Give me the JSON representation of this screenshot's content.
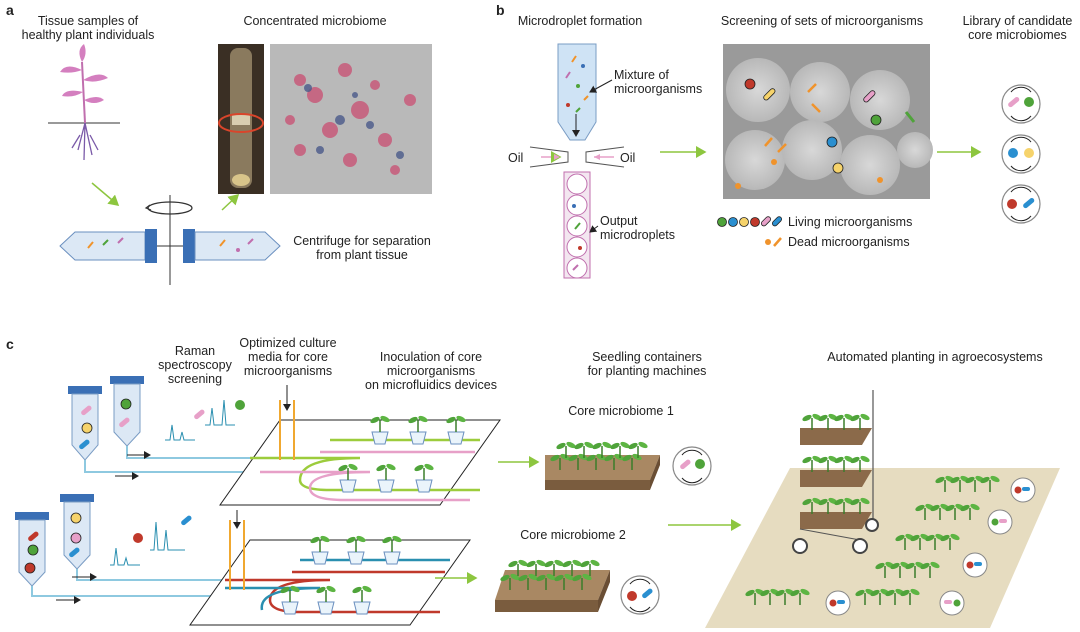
{
  "panels": {
    "a": "a",
    "b": "b",
    "c": "c"
  },
  "a": {
    "tissue_title": [
      "Tissue samples of",
      "healthy plant individuals"
    ],
    "concentrated": "Concentrated microbiome",
    "centrifuge": [
      "Centrifuge for separation",
      "from plant tissue"
    ]
  },
  "b": {
    "droplet_title": "Microdroplet formation",
    "mixture": [
      "Mixture of",
      "microorganisms"
    ],
    "oil": "Oil",
    "output": [
      "Output",
      "microdroplets"
    ],
    "screening_title": "Screening of sets of microorganisms",
    "library_title": [
      "Library of candidate",
      "core microbiomes"
    ],
    "living": "Living microorganisms",
    "dead": "Dead microorganisms"
  },
  "c": {
    "raman": [
      "Raman",
      "spectroscopy",
      "screening"
    ],
    "optimized": [
      "Optimized culture",
      "media for core",
      "microorganisms"
    ],
    "inoculation": [
      "Inoculation of core",
      "microorganisms",
      "on microfluidics devices"
    ],
    "seedling": [
      "Seedling containers",
      "for planting machines"
    ],
    "automated": "Automated planting in agroecosystems",
    "core1": "Core microbiome 1",
    "core2": "Core microbiome 2"
  },
  "colors": {
    "arrow_green": "#8dc63f",
    "blue_block": "#3a6fb5",
    "channel_green": "#9ccc3c",
    "channel_pink": "#e7a0c8",
    "channel_teal": "#2a8fb0",
    "channel_red": "#c0392b",
    "soil": "#8b6a4a",
    "field": "#e6dcc0",
    "orange": "#f0932b"
  }
}
